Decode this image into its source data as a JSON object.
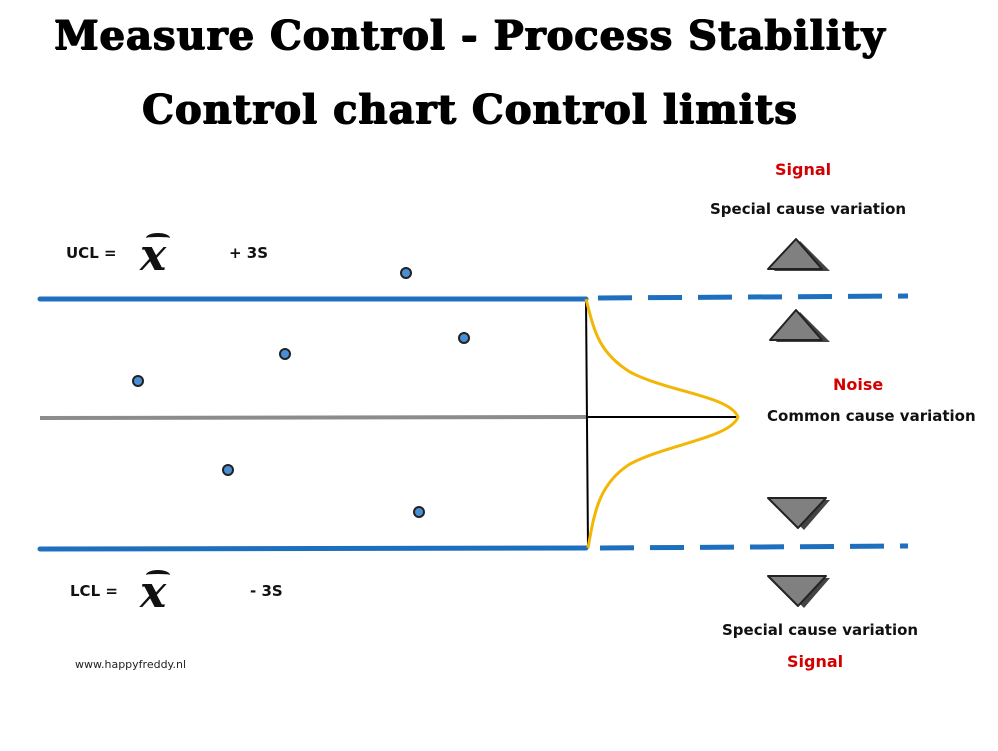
{
  "title_line1": "Measure Control - Process Stability",
  "title_line2": "Control chart Control limits",
  "ucl": {
    "label": "UCL =",
    "symbol": "x",
    "suffix": "+ 3S"
  },
  "lcl": {
    "label": "LCL =",
    "symbol": "x",
    "suffix": "- 3S"
  },
  "upper_signal": {
    "signal": "Signal",
    "description": "Special cause variation"
  },
  "noise": {
    "label": "Noise",
    "description": "Common cause variation"
  },
  "lower_signal": {
    "signal": "Signal",
    "description": "Special cause variation"
  },
  "footer": "www.happyfreddy.nl",
  "colors": {
    "limit_line": "#1f6fbf",
    "center_line": "#8c8c8c",
    "distribution_curve": "#f2b705",
    "signal_text": "#d40000",
    "point_fill": "#4a8fd6",
    "triangle_fill": "#777777"
  },
  "icons": {
    "up_triangles": "up-triangle-icon",
    "down_triangles": "down-triangle-icon"
  }
}
